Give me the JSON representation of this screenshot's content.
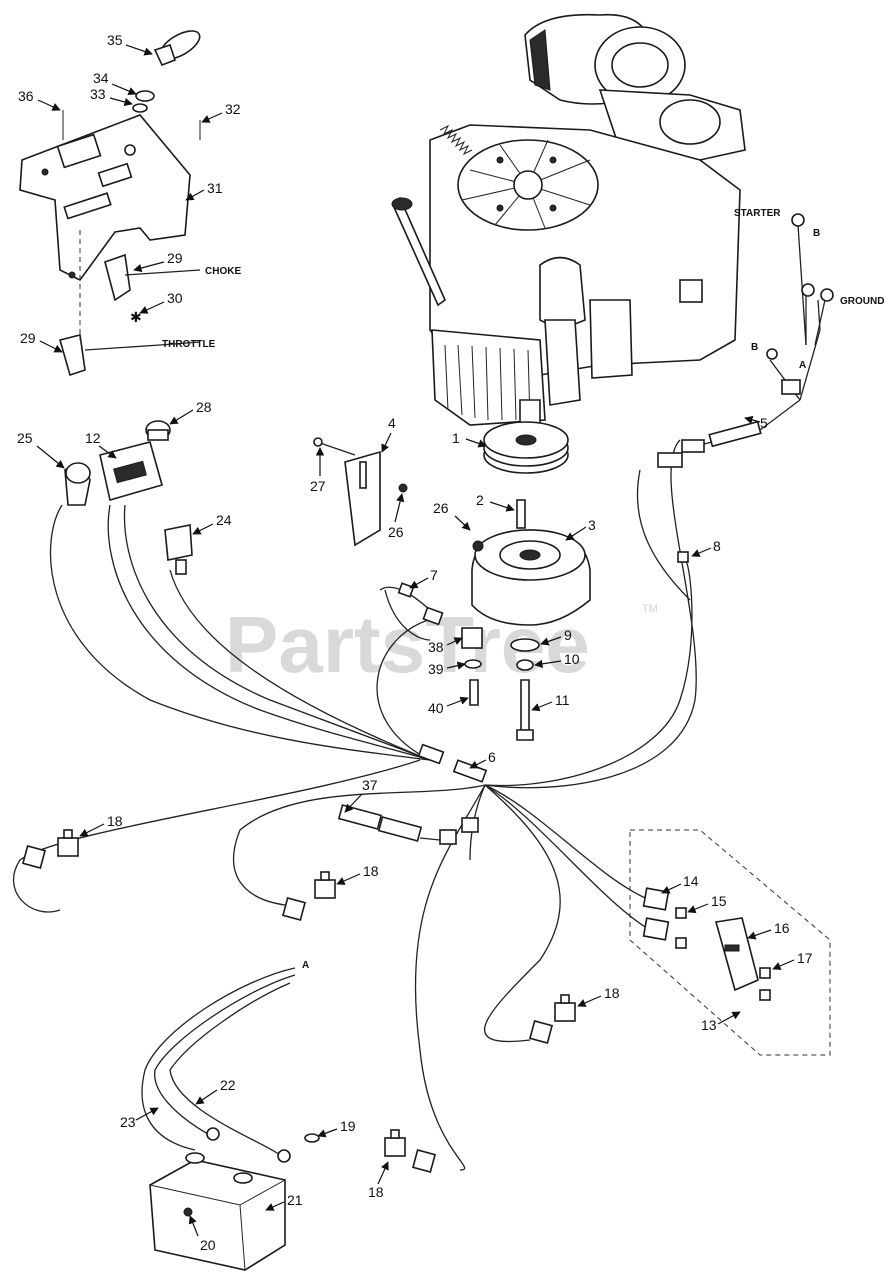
{
  "watermark": {
    "text": "PartsTree",
    "trademark": "TM"
  },
  "wire_labels": {
    "starter": "STARTER",
    "ground": "GROUND",
    "choke": "CHOKE",
    "throttle": "THROTTLE",
    "a_top": "A",
    "b_top": "B",
    "b_lead": "B",
    "a_battery": "A"
  },
  "callouts": [
    "1",
    "2",
    "3",
    "4",
    "5",
    "6",
    "7",
    "8",
    "9",
    "10",
    "11",
    "12",
    "13",
    "14",
    "15",
    "16",
    "17",
    "18",
    "18",
    "18",
    "18",
    "19",
    "20",
    "21",
    "22",
    "23",
    "24",
    "25",
    "26",
    "26",
    "27",
    "28",
    "29",
    "29",
    "30",
    "31",
    "32",
    "33",
    "34",
    "35",
    "36",
    "37",
    "38",
    "39",
    "40"
  ]
}
